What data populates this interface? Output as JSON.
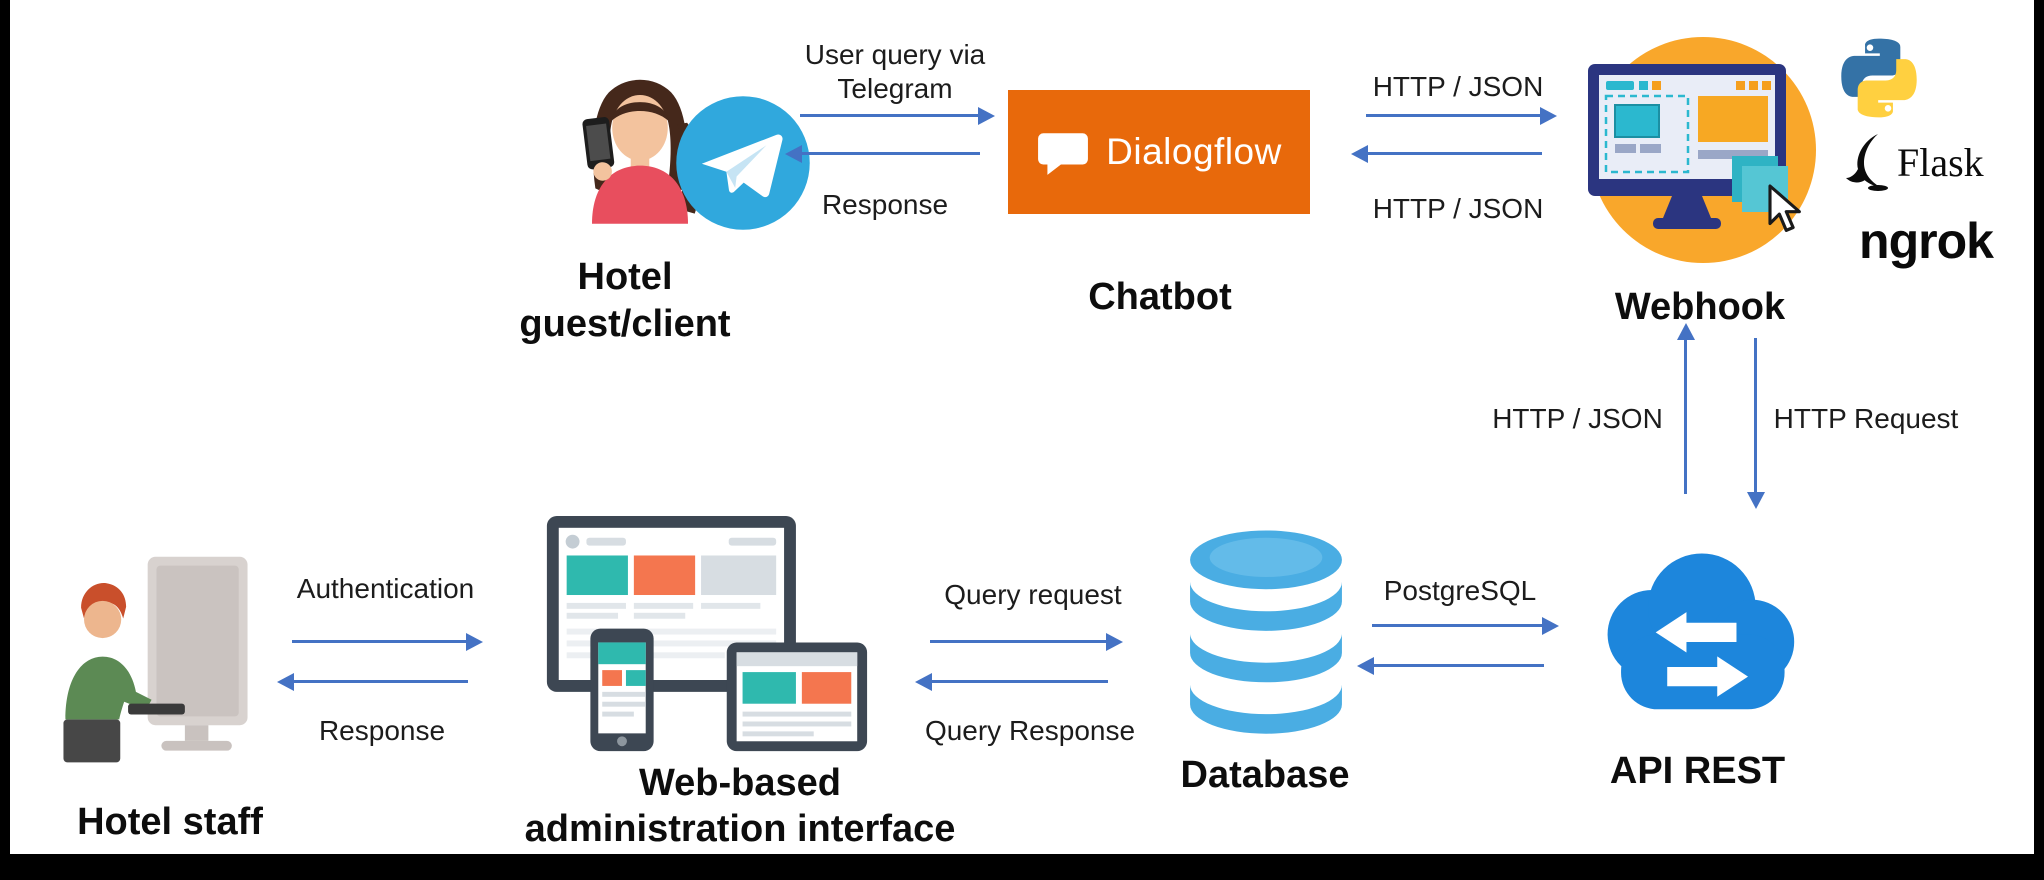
{
  "nodes": {
    "hotel_guest": {
      "label_lines": [
        "Hotel",
        "guest/client"
      ]
    },
    "chatbot": {
      "label": "Chatbot",
      "logo_text": "Dialogflow"
    },
    "webhook": {
      "label": "Webhook",
      "flask_text": "Flask",
      "ngrok_text": "ngrok"
    },
    "api_rest": {
      "label": "API REST"
    },
    "database": {
      "label": "Database"
    },
    "admin_interface": {
      "label_lines": [
        "Web-based",
        "administration interface"
      ]
    },
    "hotel_staff": {
      "label": "Hotel staff"
    }
  },
  "edges": {
    "guest_to_chatbot": {
      "label_lines": [
        "User query via",
        "Telegram"
      ]
    },
    "chatbot_to_guest": {
      "label": "Response"
    },
    "chatbot_to_webhook": {
      "label": "HTTP / JSON"
    },
    "webhook_to_chatbot": {
      "label": "HTTP / JSON"
    },
    "api_to_webhook": {
      "label": "HTTP / JSON"
    },
    "webhook_to_api": {
      "label": "HTTP Request"
    },
    "staff_to_admin": {
      "label": "Authentication"
    },
    "admin_to_staff": {
      "label": "Response"
    },
    "admin_to_db": {
      "label": "Query request"
    },
    "db_to_admin": {
      "label": "Query Response"
    },
    "db_to_api": {
      "label": "PostgreSQL"
    }
  },
  "colors": {
    "arrow_blue": "#4472c4",
    "dialogflow_orange": "#e8690b",
    "telegram_blue": "#30a8dd",
    "webhook_circle_orange": "#f9a72b",
    "database_blue": "#4aade3",
    "cloud_blue": "#1d86dc",
    "teal_accent": "#2fb9ae",
    "orange_accent": "#f4764f"
  }
}
